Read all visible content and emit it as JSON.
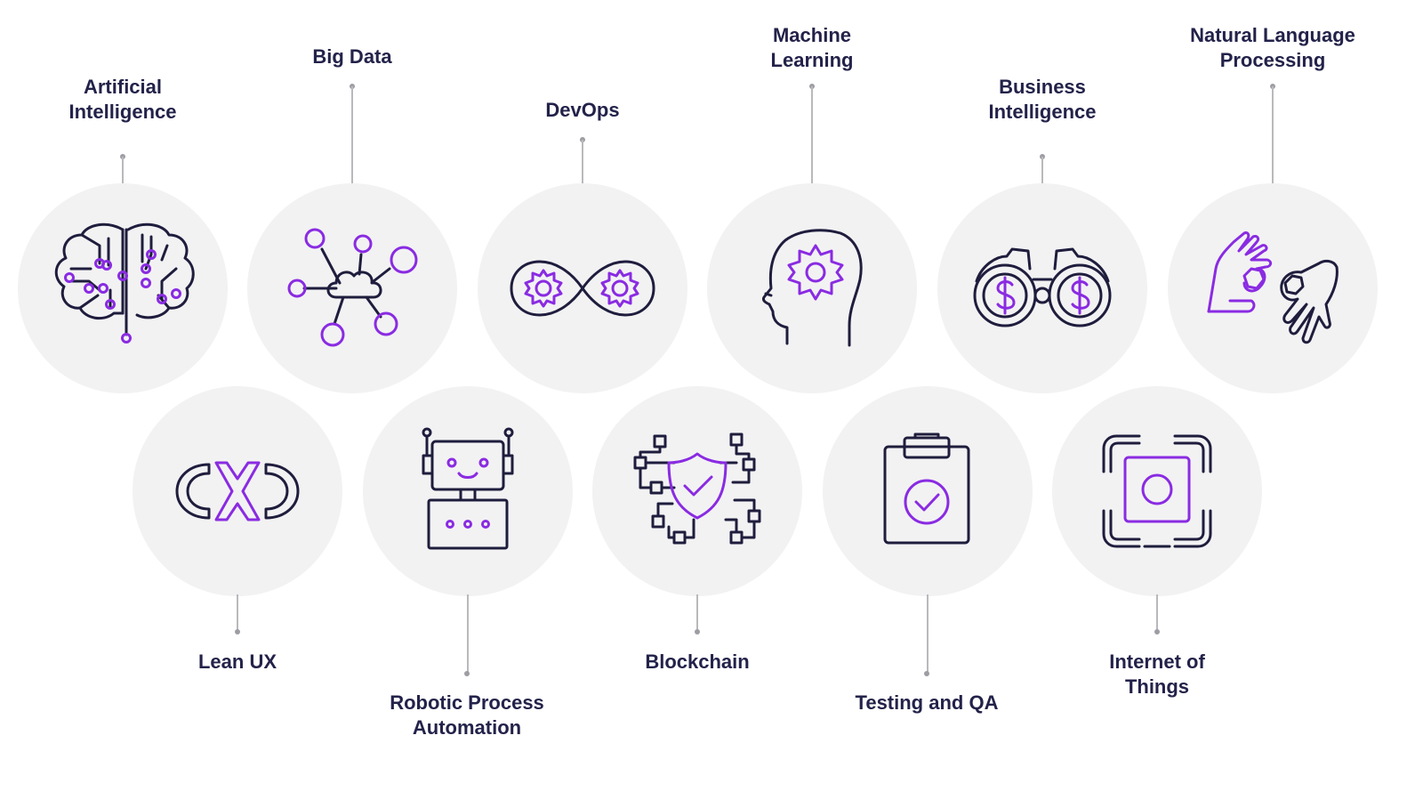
{
  "colors": {
    "navy": "#1f1d3d",
    "purple": "#8a2be2",
    "circle_bg": "#f2f2f3",
    "connector": "#b9b9bd"
  },
  "top_row": [
    {
      "label": "Artificial\nIntelligence",
      "icon": "brain-circuit-icon"
    },
    {
      "label": "Big Data",
      "icon": "cloud-network-icon"
    },
    {
      "label": "DevOps",
      "icon": "infinity-gears-icon"
    },
    {
      "label": "Machine\nLearning",
      "icon": "head-gear-icon"
    },
    {
      "label": "Business\nIntelligence",
      "icon": "binoculars-dollar-icon"
    },
    {
      "label": "Natural Language\nProcessing",
      "icon": "sign-language-hands-icon"
    }
  ],
  "bottom_row": [
    {
      "label": "Lean UX",
      "icon": "cx-logo-icon"
    },
    {
      "label": "Robotic Process\nAutomation",
      "icon": "robot-icon"
    },
    {
      "label": "Blockchain",
      "icon": "shield-chain-icon"
    },
    {
      "label": "Testing and QA",
      "icon": "clipboard-check-icon"
    },
    {
      "label": "Internet of\nThings",
      "icon": "chip-scan-icon"
    }
  ]
}
